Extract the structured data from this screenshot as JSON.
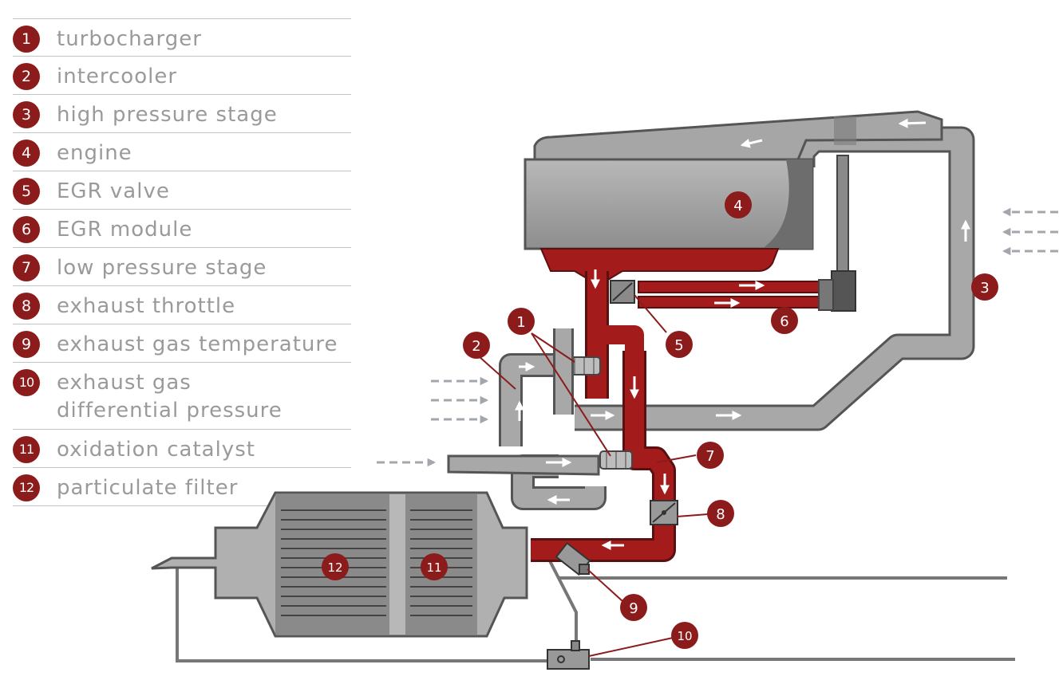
{
  "legend": [
    {
      "num": "1",
      "label": "turbocharger"
    },
    {
      "num": "2",
      "label": "intercooler"
    },
    {
      "num": "3",
      "label": "high pressure stage"
    },
    {
      "num": "4",
      "label": "engine"
    },
    {
      "num": "5",
      "label": "EGR valve"
    },
    {
      "num": "6",
      "label": "EGR module"
    },
    {
      "num": "7",
      "label": "low pressure stage"
    },
    {
      "num": "8",
      "label": "exhaust throttle"
    },
    {
      "num": "9",
      "label": "exhaust gas temperature"
    },
    {
      "num": "10",
      "label": "exhaust gas",
      "label2": "differential pressure"
    },
    {
      "num": "11",
      "label": "oxidation catalyst"
    },
    {
      "num": "12",
      "label": "particulate filter"
    }
  ],
  "markers": {
    "m1": "1",
    "m2": "2",
    "m3": "3",
    "m4": "4",
    "m5": "5",
    "m6": "6",
    "m7": "7",
    "m8": "8",
    "m9": "9",
    "m10": "10",
    "m11": "11",
    "m12": "12"
  },
  "colors": {
    "marker": "#8c1b1b",
    "exhaust": "#a31b1b",
    "metal": "#a6a6a6",
    "metal_dark": "#6e6e6e",
    "legend_text": "#9a9a9a",
    "dashed_arrow": "#a3a7ad"
  }
}
